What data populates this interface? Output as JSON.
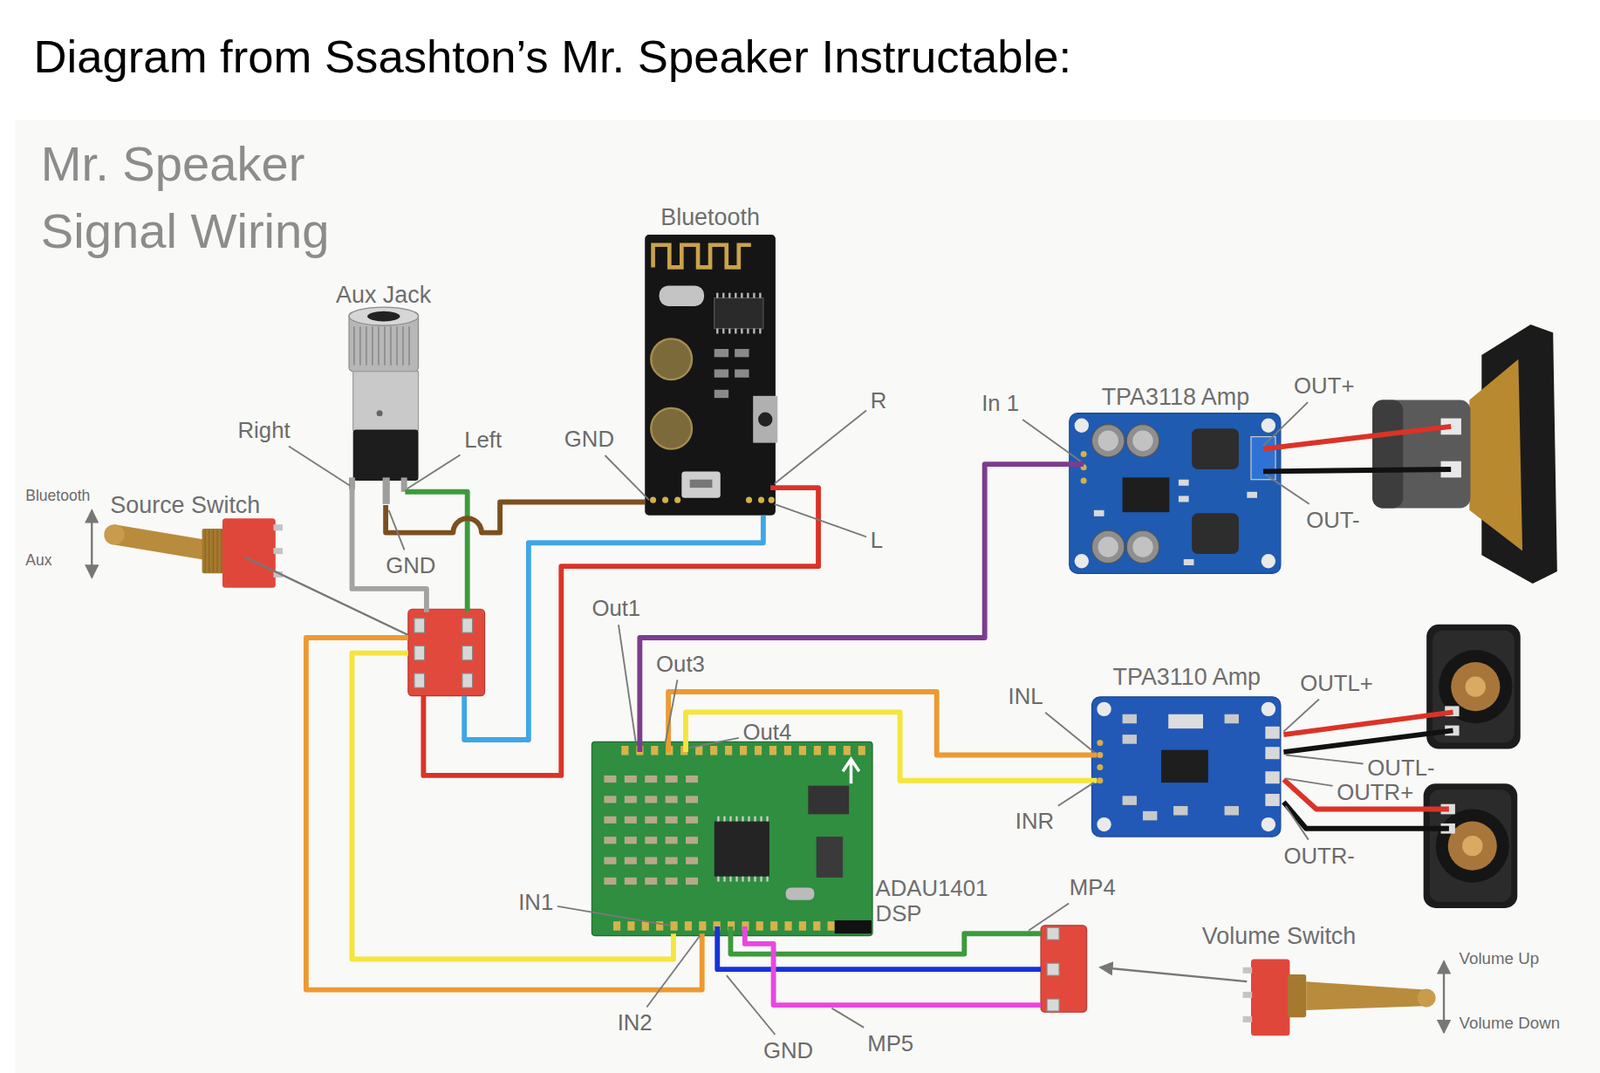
{
  "diagram": {
    "title": "Diagram from Ssashton’s Mr. Speaker Instructable:",
    "nodes": [
      {
        "text": [
          "Aux Jack"
        ]
      },
      {
        "text": [
          "Bluetooth"
        ]
      },
      {
        "text": [
          "Source Switch"
        ]
      },
      {
        "text": [
          "TPA3118 Amp"
        ]
      },
      {
        "text": [
          "ADAU1401 DSP"
        ]
      },
      {
        "text": [
          "TPA3110 Amp"
        ]
      },
      {
        "text": [
          "Volume Switch"
        ]
      }
    ],
    "edges": [
      {
        "from": 0,
        "to": 2,
        "arrow": "none"
      },
      {
        "from": 0,
        "to": 2,
        "arrow": "none"
      },
      {
        "from": 0,
        "to": 1,
        "arrow": "none"
      },
      {
        "from": 1,
        "to": 2,
        "arrow": "none"
      },
      {
        "from": 1,
        "to": 2,
        "arrow": "none"
      },
      {
        "from": 2,
        "to": 4,
        "arrow": "none"
      },
      {
        "from": 2,
        "to": 4,
        "arrow": "none"
      },
      {
        "from": 4,
        "to": 3,
        "arrow": "none"
      },
      {
        "from": 4,
        "to": 5,
        "arrow": "none"
      },
      {
        "from": 4,
        "to": 5,
        "arrow": "none"
      },
      {
        "from": 4,
        "to": 6,
        "arrow": "none"
      },
      {
        "from": 4,
        "to": 6,
        "arrow": "none"
      },
      {
        "from": 4,
        "to": 6,
        "arrow": "none"
      }
    ],
    "labels": [
      "Mr. Speaker Signal Wiring",
      "Right",
      "Left",
      "GND",
      "GND",
      "R",
      "L",
      "Bluetooth",
      "Aux",
      "In 1",
      "OUT+",
      "OUT-",
      "Out1",
      "Out3",
      "Out4",
      "INL",
      "INR",
      "OUTL+",
      "OUTL-",
      "OUTR+",
      "OUTR-",
      "IN1",
      "IN2",
      "GND",
      "MP5",
      "MP4",
      "Volume Up",
      "Volume Down"
    ]
  }
}
